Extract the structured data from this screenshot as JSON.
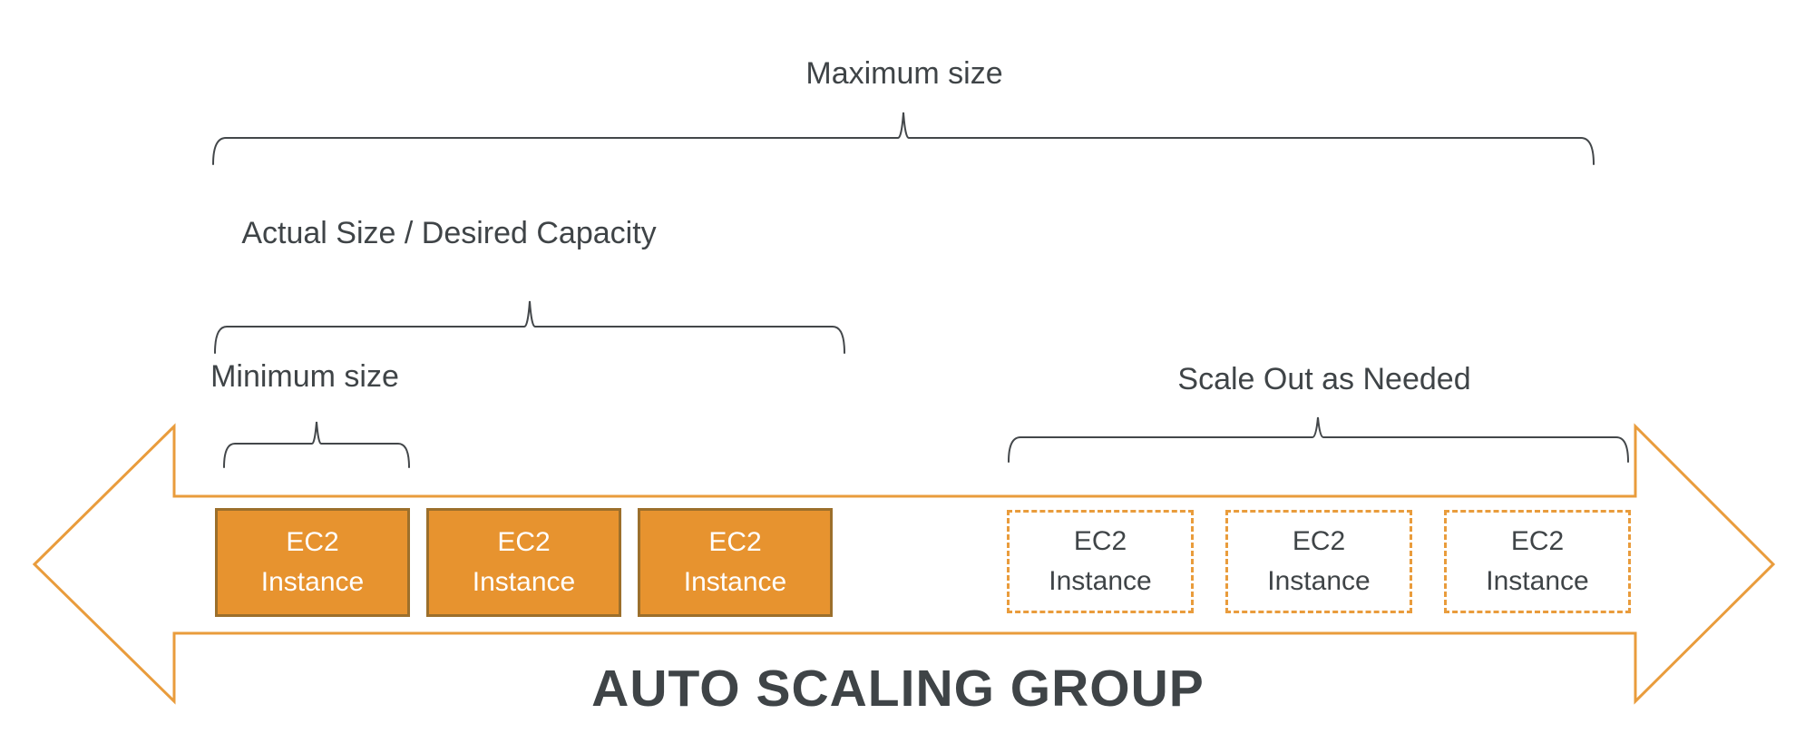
{
  "colors": {
    "accent_orange": "#E99C3C",
    "instance_fill": "#E7932F",
    "instance_border": "#9C6F2B",
    "text_dark": "#3F4447",
    "brace": "#43474A"
  },
  "labels": {
    "maximum_size": "Maximum size",
    "actual_size": "Actual Size / Desired Capacity",
    "minimum_size": "Minimum size",
    "scale_out": "Scale Out as Needed",
    "group_title": "AUTO SCALING GROUP"
  },
  "instances": {
    "solid": [
      {
        "line1": "EC2",
        "line2": "Instance"
      },
      {
        "line1": "EC2",
        "line2": "Instance"
      },
      {
        "line1": "EC2",
        "line2": "Instance"
      }
    ],
    "dashed": [
      {
        "line1": "EC2",
        "line2": "Instance"
      },
      {
        "line1": "EC2",
        "line2": "Instance"
      },
      {
        "line1": "EC2",
        "line2": "Instance"
      }
    ]
  }
}
